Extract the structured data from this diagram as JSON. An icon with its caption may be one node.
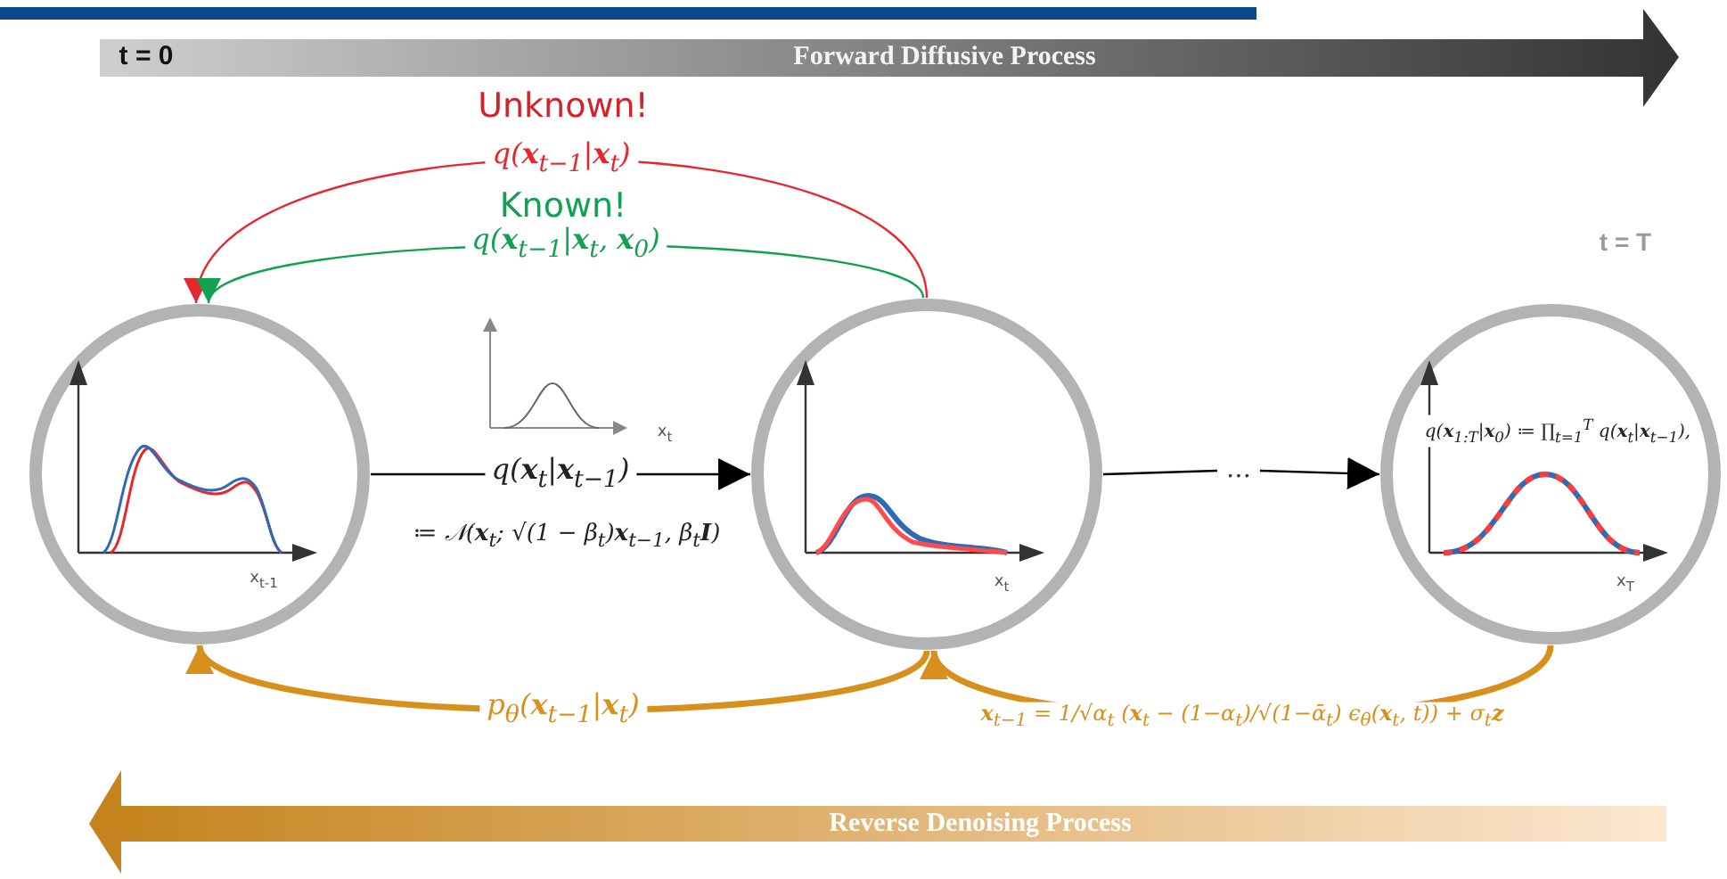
{
  "diagram": {
    "nodes": [
      {
        "text": [
          "x$_{t-1}$"
        ]
      },
      {
        "text": [
          "x$_{t}$"
        ]
      },
      {
        "text": [
          "q(**x**$_{1:T}$|**x**$_{0}$) ≔ ∏$_{t=1}$$^{T}$ q(**x**$_{t}$|**x**$_{t−1}$),",
          "x$_{T}$"
        ]
      },
      {
        "text": [
          "…"
        ]
      }
    ],
    "edges": [
      {
        "from": 0,
        "to": 1,
        "arrow": "to",
        "label": "q(**x**$_{t}$|**x**$_{t−1}$)"
      },
      {
        "from": 1,
        "to": 3,
        "arrow": "none"
      },
      {
        "from": 3,
        "to": 2,
        "arrow": "to"
      },
      {
        "from": 1,
        "to": 0,
        "arrow": "to",
        "label": "q(**x**$_{t−1}$|**x**$_{t}$)",
        "color": "#e8262d"
      },
      {
        "from": 1,
        "to": 0,
        "arrow": "to",
        "label": "q(**x**$_{t−1}$|**x**$_{t}$, **x**$_{0}$)",
        "color": "#12a150"
      },
      {
        "from": 1,
        "to": 0,
        "arrow": "to",
        "label": "p$_{θ}$(**x**$_{t−1}$|**x**$_{t}$)",
        "style": "thick",
        "color": "#d8901c"
      },
      {
        "from": 2,
        "to": 1,
        "arrow": "to",
        "label": "**x**$_{t−1}$ = 1/√α$_{t}$ (**x**$_{t}$ − (1−α$_{t}$)/√(1−ᾱ$_{t}$) ϵ$_{θ}$(**x**$_{t}$, t)) + σ$_{t}$**z**",
        "style": "thick",
        "color": "#d8901c"
      }
    ],
    "labels": [
      "t = 0",
      "Forward Diffusive Process",
      "Unknown!",
      "Known!",
      "t = T",
      "x$_{t}$",
      "≔ 𝒩(**x**$_{t}$; √(1 − β$_{t}$)**x**$_{t−1}$, β$_{t}$**I**)",
      "Reverse Denoising Process"
    ]
  }
}
